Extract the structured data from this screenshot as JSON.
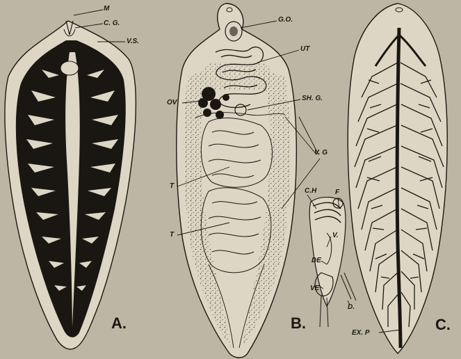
{
  "colors": {
    "background": "#bdb6a4",
    "ink": "#1a1712",
    "paper": "#ddd6c4"
  },
  "panels": [
    {
      "id": "A",
      "label": "A."
    },
    {
      "id": "B",
      "label": "B."
    },
    {
      "id": "C",
      "label": "C."
    }
  ],
  "labels": {
    "m": "M",
    "cg": "C. G.",
    "vs": "V.S.",
    "go": "G.O.",
    "ut": "UT",
    "ov": "OV",
    "shg": "SH. G.",
    "vg": "V. G",
    "t1": "T",
    "t2": "T",
    "ch": "C.H",
    "f": "F",
    "v": "V.",
    "de": "DE",
    "ve": "VE",
    "d": "D.",
    "exp": "EX. P"
  }
}
